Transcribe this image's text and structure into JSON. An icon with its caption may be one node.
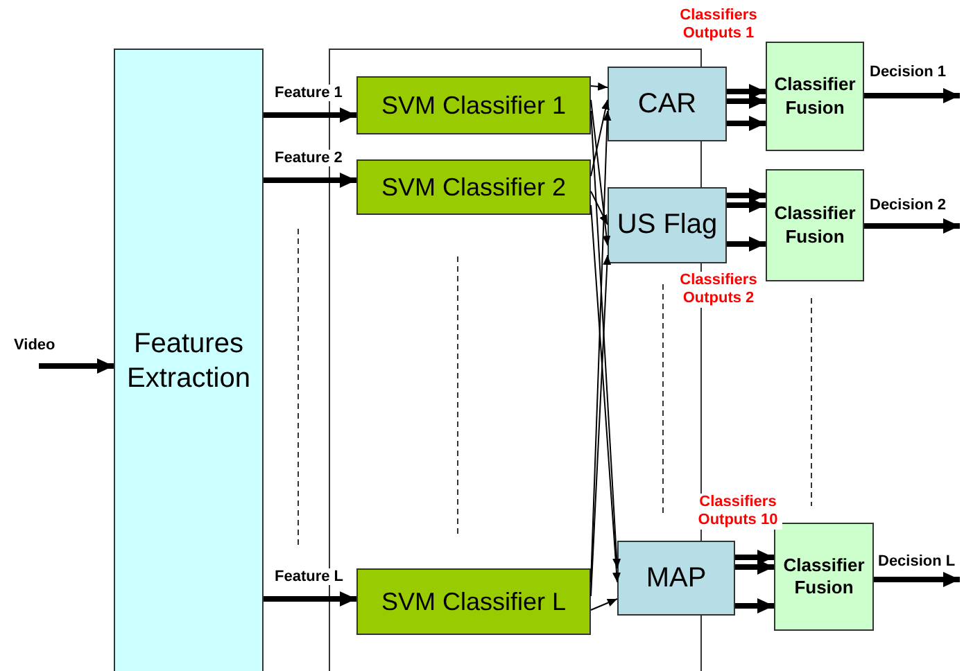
{
  "diagram": {
    "nodes": [
      {
        "text": [
          "Features Extraction"
        ]
      },
      {
        "text": [
          "SVM Classifier 1"
        ]
      },
      {
        "text": [
          "SVM Classifier 2"
        ]
      },
      {
        "text": [
          "SVM Classifier L"
        ]
      },
      {
        "text": [
          "CAR"
        ]
      },
      {
        "text": [
          "US Flag"
        ]
      },
      {
        "text": [
          "MAP"
        ]
      },
      {
        "text": [
          "Classifier Fusion"
        ]
      },
      {
        "text": [
          "Classifier Fusion"
        ]
      },
      {
        "text": [
          "Classifier Fusion"
        ]
      }
    ],
    "edges": [
      {
        "from": null,
        "to": 0,
        "arrow": "to",
        "label": "Video"
      },
      {
        "from": 0,
        "to": 1,
        "arrow": "to",
        "label": "Feature 1"
      },
      {
        "from": 0,
        "to": 2,
        "arrow": "to",
        "label": "Feature 2"
      },
      {
        "from": 0,
        "to": 3,
        "arrow": "to",
        "label": "Feature L"
      },
      {
        "from": 1,
        "to": 4,
        "arrow": "to"
      },
      {
        "from": 1,
        "to": 5,
        "arrow": "to"
      },
      {
        "from": 1,
        "to": 6,
        "arrow": "to"
      },
      {
        "from": 2,
        "to": 4,
        "arrow": "to"
      },
      {
        "from": 2,
        "to": 5,
        "arrow": "to"
      },
      {
        "from": 2,
        "to": 6,
        "arrow": "to"
      },
      {
        "from": 3,
        "to": 4,
        "arrow": "to"
      },
      {
        "from": 3,
        "to": 5,
        "arrow": "to"
      },
      {
        "from": 3,
        "to": 6,
        "arrow": "to"
      },
      {
        "from": 4,
        "to": 7,
        "arrow": "to"
      },
      {
        "from": 4,
        "to": 7,
        "arrow": "to"
      },
      {
        "from": 4,
        "to": 7,
        "arrow": "to"
      },
      {
        "from": 5,
        "to": 8,
        "arrow": "to"
      },
      {
        "from": 5,
        "to": 8,
        "arrow": "to"
      },
      {
        "from": 5,
        "to": 8,
        "arrow": "to"
      },
      {
        "from": 6,
        "to": 9,
        "arrow": "to"
      },
      {
        "from": 6,
        "to": 9,
        "arrow": "to"
      },
      {
        "from": 6,
        "to": 9,
        "arrow": "to"
      },
      {
        "from": 7,
        "to": null,
        "arrow": "to",
        "label": "Decision 1"
      },
      {
        "from": 8,
        "to": null,
        "arrow": "to",
        "label": "Decision 2"
      },
      {
        "from": 9,
        "to": null,
        "arrow": "to",
        "label": "Decision L"
      }
    ],
    "labels": [
      "Classifiers Outputs 1",
      "Classifiers Outputs 2",
      "Classifiers Outputs 10"
    ]
  }
}
